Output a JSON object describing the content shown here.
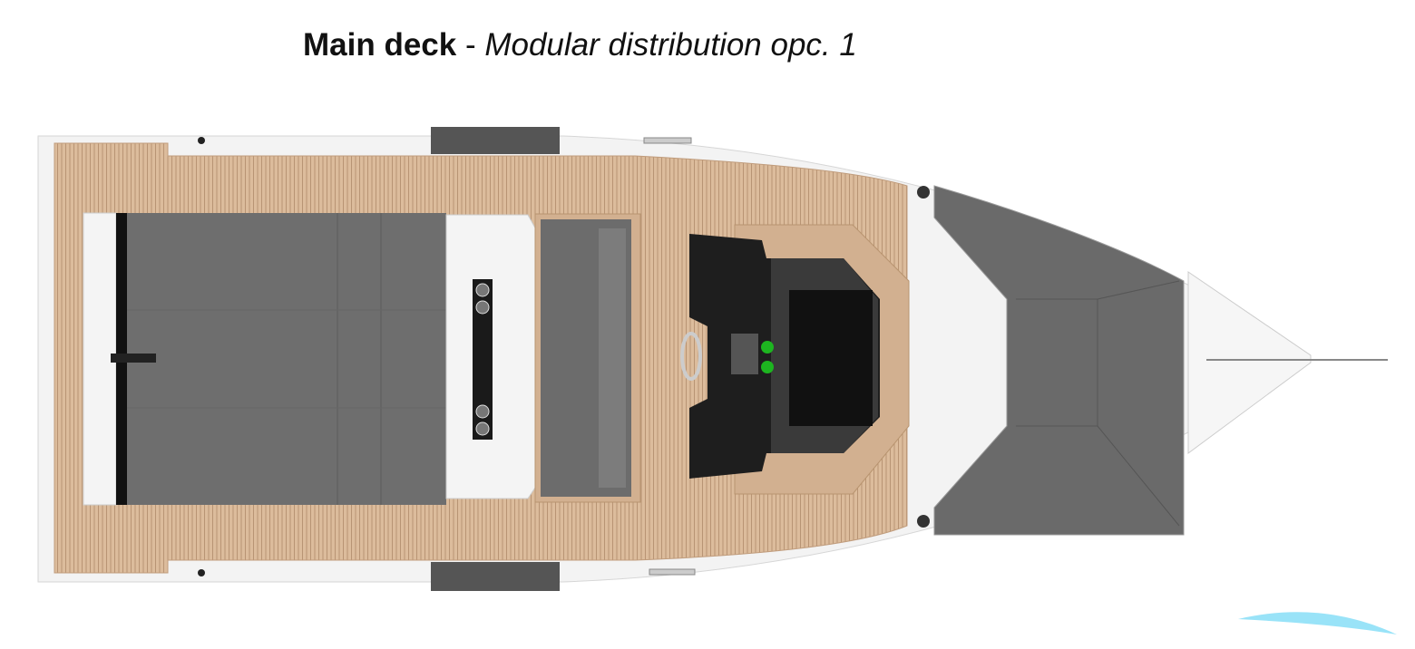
{
  "title": {
    "bold": "Main deck",
    "separator": " - ",
    "italic": "Modular distribution opc. 1"
  },
  "colors": {
    "hull": "#f2f2f2",
    "teak": "#d8b898",
    "cushion": "#6e6e6e",
    "console": "#1e1e1e",
    "bow_well": "#6a6a6a",
    "indicator": "#1db520",
    "watermark": "#5fd0f0"
  },
  "watermark": {
    "icon": "wave-logo"
  }
}
